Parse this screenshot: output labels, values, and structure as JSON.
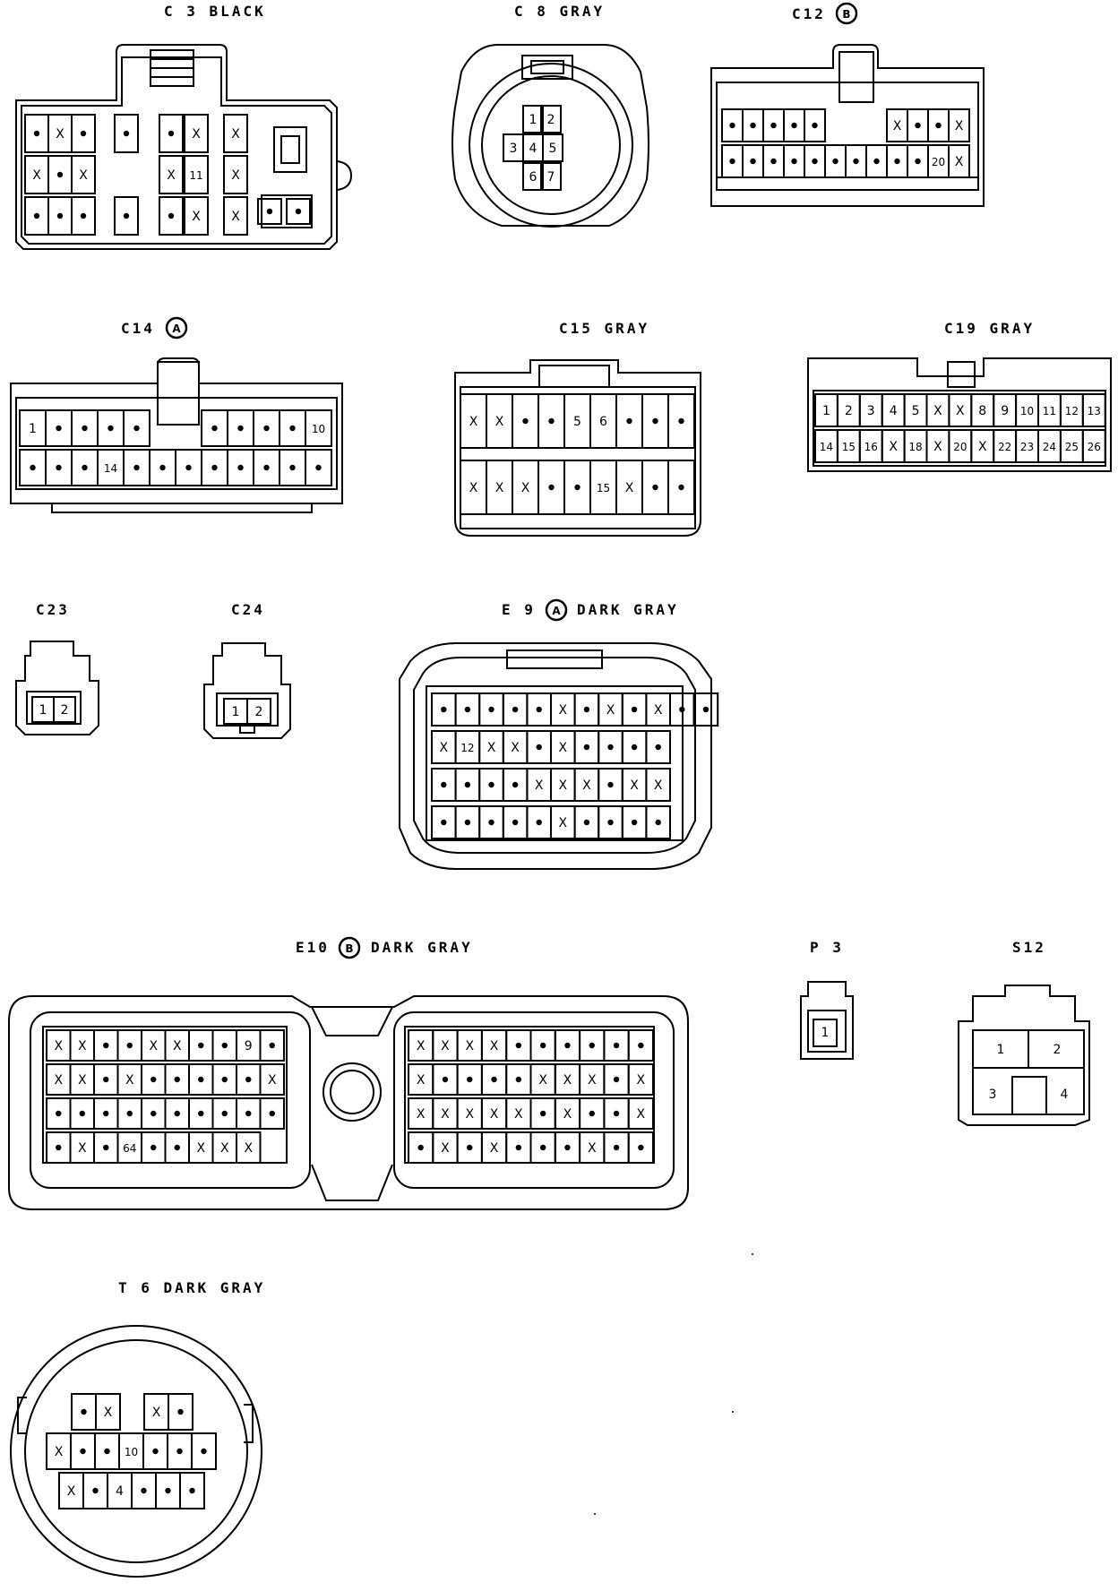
{
  "connectors": {
    "c3": {
      "id": "C 3",
      "color": "BLACK",
      "rows": [
        [
          "•",
          "X",
          "•",
          "",
          "•",
          "",
          "•",
          "X",
          "",
          "X"
        ],
        [
          "X",
          "•",
          "X",
          "",
          "",
          "",
          "X",
          "11",
          "",
          "X"
        ],
        [
          "•",
          "•",
          "•",
          "",
          "•",
          "",
          "•",
          "X",
          "",
          "X"
        ]
      ],
      "side_pins": [
        "•",
        "•",
        "•"
      ]
    },
    "c8": {
      "id": "C 8",
      "color": "GRAY",
      "rows": [
        [
          "1",
          "2"
        ],
        [
          "3",
          "4",
          "5"
        ],
        [
          "6",
          "7"
        ]
      ]
    },
    "c12": {
      "id": "C12",
      "badge": "B",
      "rows": [
        [
          "•",
          "•",
          "•",
          "•",
          "•",
          "",
          "",
          "",
          "X",
          "•",
          "•",
          "X"
        ],
        [
          "•",
          "•",
          "•",
          "•",
          "•",
          "•",
          "•",
          "•",
          "•",
          "•",
          "20",
          "X"
        ]
      ]
    },
    "c14": {
      "id": "C14",
      "badge": "A",
      "rows": [
        [
          "1",
          "•",
          "•",
          "•",
          "•",
          "",
          "",
          "•",
          "•",
          "•",
          "•",
          "10"
        ],
        [
          "•",
          "•",
          "•",
          "14",
          "•",
          "•",
          "•",
          "•",
          "•",
          "•",
          "•",
          "•"
        ]
      ]
    },
    "c15": {
      "id": "C15",
      "color": "GRAY",
      "rows": [
        [
          "X",
          "X",
          "•",
          "•",
          "5",
          "6",
          "•",
          "•",
          "•"
        ],
        [
          "X",
          "X",
          "X",
          "•",
          "•",
          "15",
          "X",
          "•",
          "•"
        ]
      ]
    },
    "c19": {
      "id": "C19",
      "color": "GRAY",
      "rows": [
        [
          "1",
          "2",
          "3",
          "4",
          "5",
          "X",
          "X",
          "8",
          "9",
          "10",
          "11",
          "12",
          "13"
        ],
        [
          "14",
          "15",
          "16",
          "X",
          "18",
          "X",
          "20",
          "X",
          "22",
          "23",
          "24",
          "25",
          "26"
        ]
      ]
    },
    "c23": {
      "id": "C23",
      "pins": [
        "1",
        "2"
      ]
    },
    "c24": {
      "id": "C24",
      "pins": [
        "1",
        "2"
      ]
    },
    "e9": {
      "id": "E 9",
      "badge": "A",
      "color": "DARK GRAY",
      "rows": [
        [
          "•",
          "•",
          "•",
          "•",
          "•",
          "X",
          "•",
          "X",
          "•",
          "X",
          "•",
          "•"
        ],
        [
          "X",
          "12",
          "X",
          "X",
          "•",
          "X",
          "•",
          "•",
          "•",
          "•"
        ],
        [
          "•",
          "•",
          "•",
          "•",
          "X",
          "X",
          "X",
          "•",
          "X",
          "X"
        ],
        [
          "•",
          "•",
          "•",
          "•",
          "•",
          "X",
          "•",
          "•",
          "•",
          "•"
        ]
      ]
    },
    "e10": {
      "id": "E10",
      "badge": "B",
      "color": "DARK GRAY",
      "left_rows": [
        [
          "X",
          "X",
          "•",
          "•",
          "X",
          "X",
          "•",
          "•",
          "9",
          "•"
        ],
        [
          "X",
          "X",
          "•",
          "X",
          "•",
          "•",
          "•",
          "•",
          "•",
          "X"
        ],
        [
          "•",
          "•",
          "•",
          "•",
          "•",
          "•",
          "•",
          "•",
          "•",
          "•"
        ],
        [
          "•",
          "X",
          "•",
          "64",
          "•",
          "•",
          "X",
          "X",
          "X",
          ""
        ]
      ],
      "right_rows": [
        [
          "X",
          "X",
          "X",
          "X",
          "•",
          "•",
          "•",
          "•",
          "•",
          "•"
        ],
        [
          "X",
          "•",
          "•",
          "•",
          "•",
          "X",
          "X",
          "X",
          "•",
          "X"
        ],
        [
          "X",
          "X",
          "X",
          "X",
          "X",
          "•",
          "X",
          "•",
          "•",
          "X"
        ],
        [
          "•",
          "X",
          "•",
          "X",
          "•",
          "•",
          "•",
          "X",
          "•",
          "•"
        ]
      ]
    },
    "p3": {
      "id": "P 3",
      "pins": [
        "1"
      ]
    },
    "s12": {
      "id": "S12",
      "pins": [
        "1",
        "2",
        "3",
        "4"
      ]
    },
    "t6": {
      "id": "T 6",
      "color": "DARK GRAY",
      "rows": [
        [
          "•",
          "X",
          "",
          "X",
          "•"
        ],
        [
          "X",
          "•",
          "•",
          "10",
          "•",
          "•",
          "•"
        ],
        [
          "X",
          "•",
          "4",
          "•",
          "•",
          "•"
        ]
      ]
    }
  }
}
